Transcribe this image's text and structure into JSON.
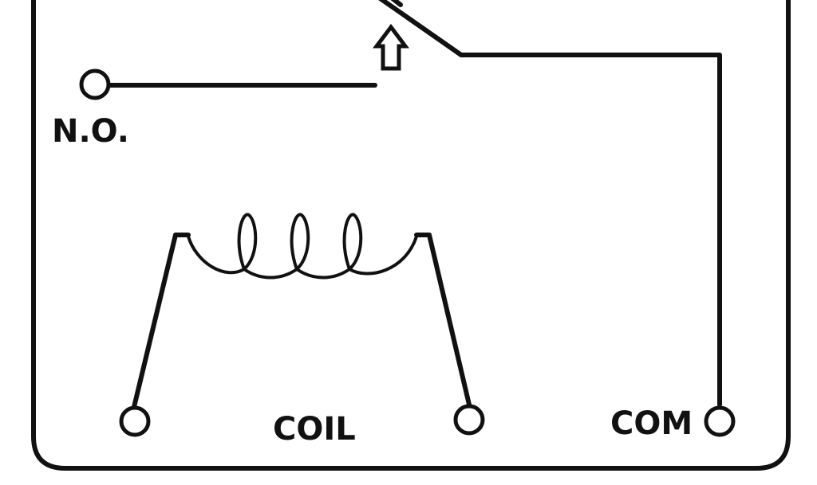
{
  "labels": {
    "no": "N.O.",
    "coil": "COIL",
    "com": "COM"
  },
  "colors": {
    "line": "#111111",
    "background": "#ffffff"
  }
}
